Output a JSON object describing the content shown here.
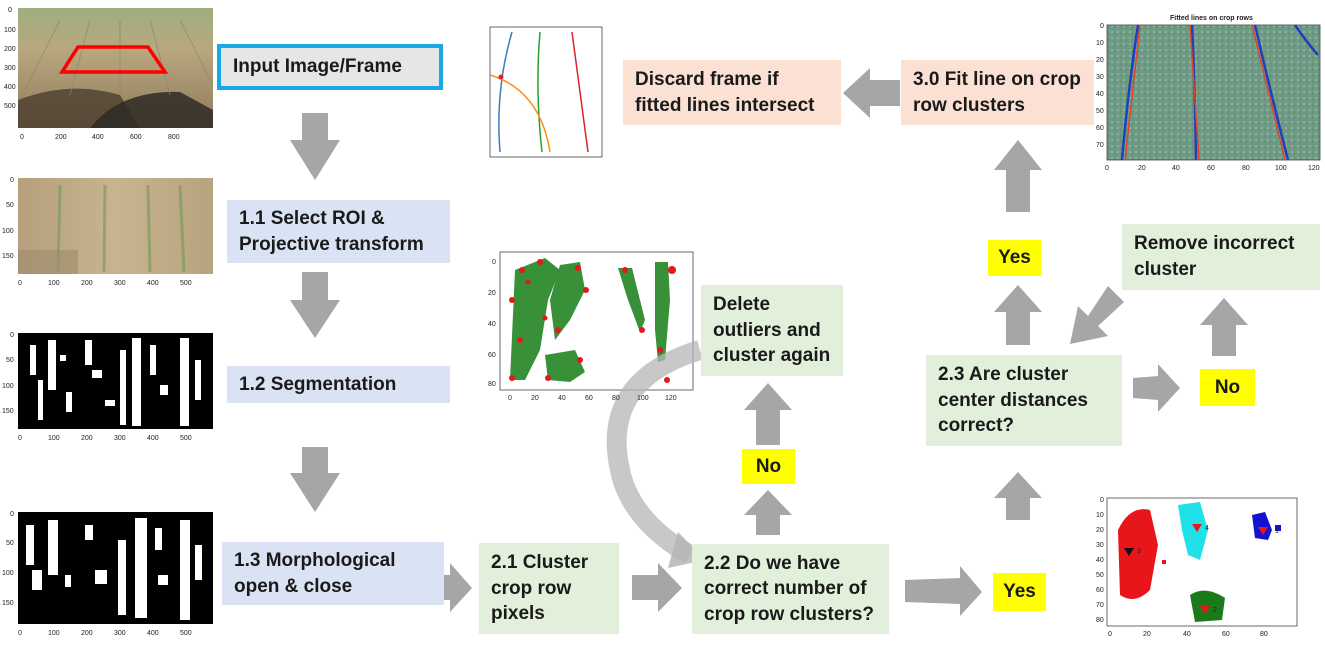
{
  "steps": {
    "input": "Input Image/Frame",
    "s11": "1.1 Select ROI & Projective transform",
    "s12": "1.2 Segmentation",
    "s13": "1.3 Morphological open & close",
    "s21": "2.1 Cluster crop row pixels",
    "s22": "2.2 Do we have correct number of crop row clusters?",
    "s23": "2.3 Are cluster center distances correct?",
    "s30": "3.0 Fit line on crop row clusters",
    "delete": "Delete outliers and cluster again",
    "remove": "Remove incorrect cluster",
    "discard": "Discard frame if fitted lines intersect"
  },
  "decisions": {
    "yes1": "Yes",
    "yes2": "Yes",
    "no1": "No",
    "no2": "No"
  },
  "plots": {
    "fitted_title": "Fitted lines on crop rows",
    "ticks": {
      "input_x": [
        "0",
        "200",
        "400",
        "600",
        "800"
      ],
      "input_y": [
        "0",
        "100",
        "200",
        "300",
        "400",
        "500"
      ],
      "roi_x": [
        "0",
        "100",
        "200",
        "300",
        "400",
        "500"
      ],
      "roi_y": [
        "0",
        "50",
        "100",
        "150"
      ],
      "seg_x": [
        "0",
        "100",
        "200",
        "300",
        "400",
        "500"
      ],
      "seg_y": [
        "0",
        "50",
        "100",
        "150"
      ],
      "morph_x": [
        "0",
        "100",
        "200",
        "300",
        "400",
        "500"
      ],
      "morph_y": [
        "0",
        "50",
        "100",
        "150"
      ],
      "cluster_x": [
        "0",
        "20",
        "40",
        "60",
        "80",
        "100",
        "120"
      ],
      "cluster_y": [
        "0",
        "20",
        "40",
        "60",
        "80"
      ],
      "fitted_x": [
        "0",
        "20",
        "40",
        "60",
        "80",
        "100",
        "120"
      ],
      "fitted_y": [
        "0",
        "10",
        "20",
        "30",
        "40",
        "50",
        "60",
        "70"
      ],
      "center_x": [
        "0",
        "20",
        "40",
        "60",
        "80"
      ],
      "center_y": [
        "0",
        "10",
        "20",
        "30",
        "40",
        "50",
        "60",
        "70",
        "80"
      ]
    },
    "cluster_ids": [
      "1",
      "2",
      "3",
      "4"
    ]
  },
  "colors": {
    "arrow": "#a6a6a6",
    "step_blue": "#dae3f3",
    "step_green": "#e2efda",
    "step_peach": "#fbe1d4",
    "decision": "#ffff00",
    "input_border": "#19a7e6",
    "roi": "#ff0000"
  }
}
